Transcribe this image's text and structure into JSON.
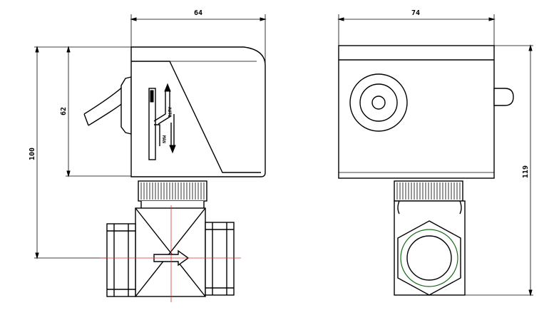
{
  "dimensions": {
    "front_width": "64",
    "side_width": "74",
    "actuator_height": "62",
    "overall_height_front": "100",
    "overall_height_side": "119"
  },
  "labels": {
    "manual": "MAN",
    "auto": "AUTO"
  }
}
